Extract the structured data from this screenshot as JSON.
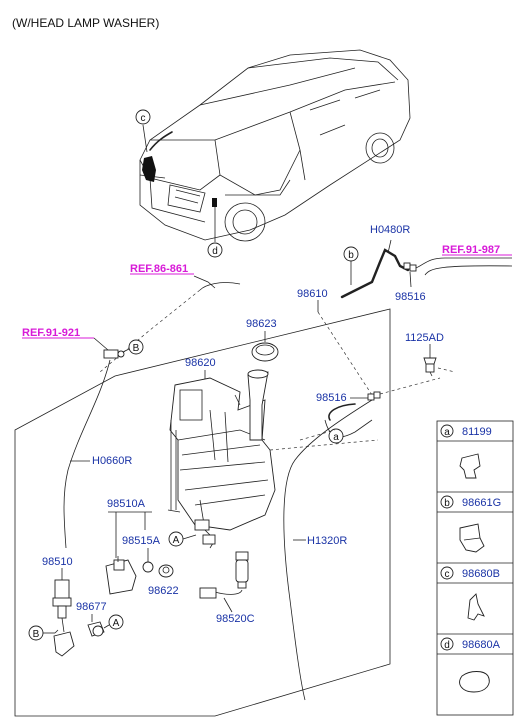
{
  "header": {
    "title": "(W/HEAD LAMP WASHER)"
  },
  "callouts": {
    "a": "a",
    "b": "b",
    "c": "c",
    "d": "d",
    "A": "A",
    "B": "B"
  },
  "refs": {
    "ref_86_861": "REF.86-861",
    "ref_91_987": "REF.91-987",
    "ref_91_921": "REF.91-921"
  },
  "labels": {
    "h0480r": "H0480R",
    "p98610": "98610",
    "p98516_top": "98516",
    "p1125ad": "1125AD",
    "p98623": "98623",
    "p98620": "98620",
    "p98516_mid": "98516",
    "h0660r": "H0660R",
    "p98510a": "98510A",
    "p98515a": "98515A",
    "p98510": "98510",
    "p98622": "98622",
    "p98677": "98677",
    "h1320r": "H1320R",
    "p98520c": "98520C"
  },
  "legend": [
    {
      "letter": "a",
      "part": "81199"
    },
    {
      "letter": "b",
      "part": "98661G"
    },
    {
      "letter": "c",
      "part": "98680B"
    },
    {
      "letter": "d",
      "part": "98680A"
    }
  ]
}
